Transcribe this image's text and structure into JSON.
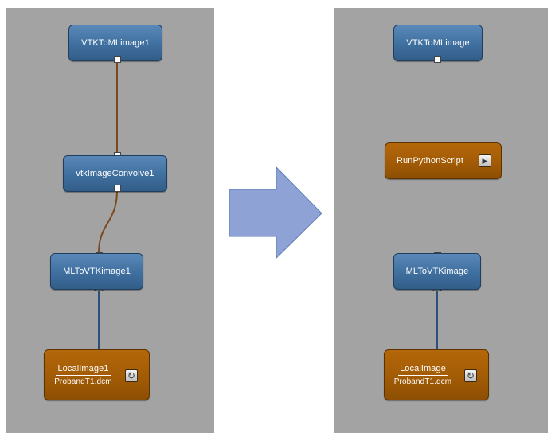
{
  "left": {
    "modules": {
      "top": "VTKToMLimage1",
      "middle": "vtkImageConvolve1",
      "bottom": "MLToVTKimage1",
      "source_title": "LocalImage1",
      "source_file": "ProbandT1.dcm"
    }
  },
  "right": {
    "modules": {
      "top": "VTKToMLimage",
      "script": "RunPythonScript",
      "bottom": "MLToVTKimage",
      "source_title": "LocalImage",
      "source_file": "ProbandT1.dcm"
    }
  },
  "icons": {
    "refresh": "refresh-icon",
    "play": "play-icon",
    "arrow": "right-arrow-icon"
  },
  "colors": {
    "panel": "#a3a3a3",
    "module_blue": "#3f6f9f",
    "module_orange": "#a05a05",
    "connection_brown": "#7a4a1e",
    "connection_blue": "#2c4f7c",
    "arrow_fill": "#8ea2d6"
  }
}
